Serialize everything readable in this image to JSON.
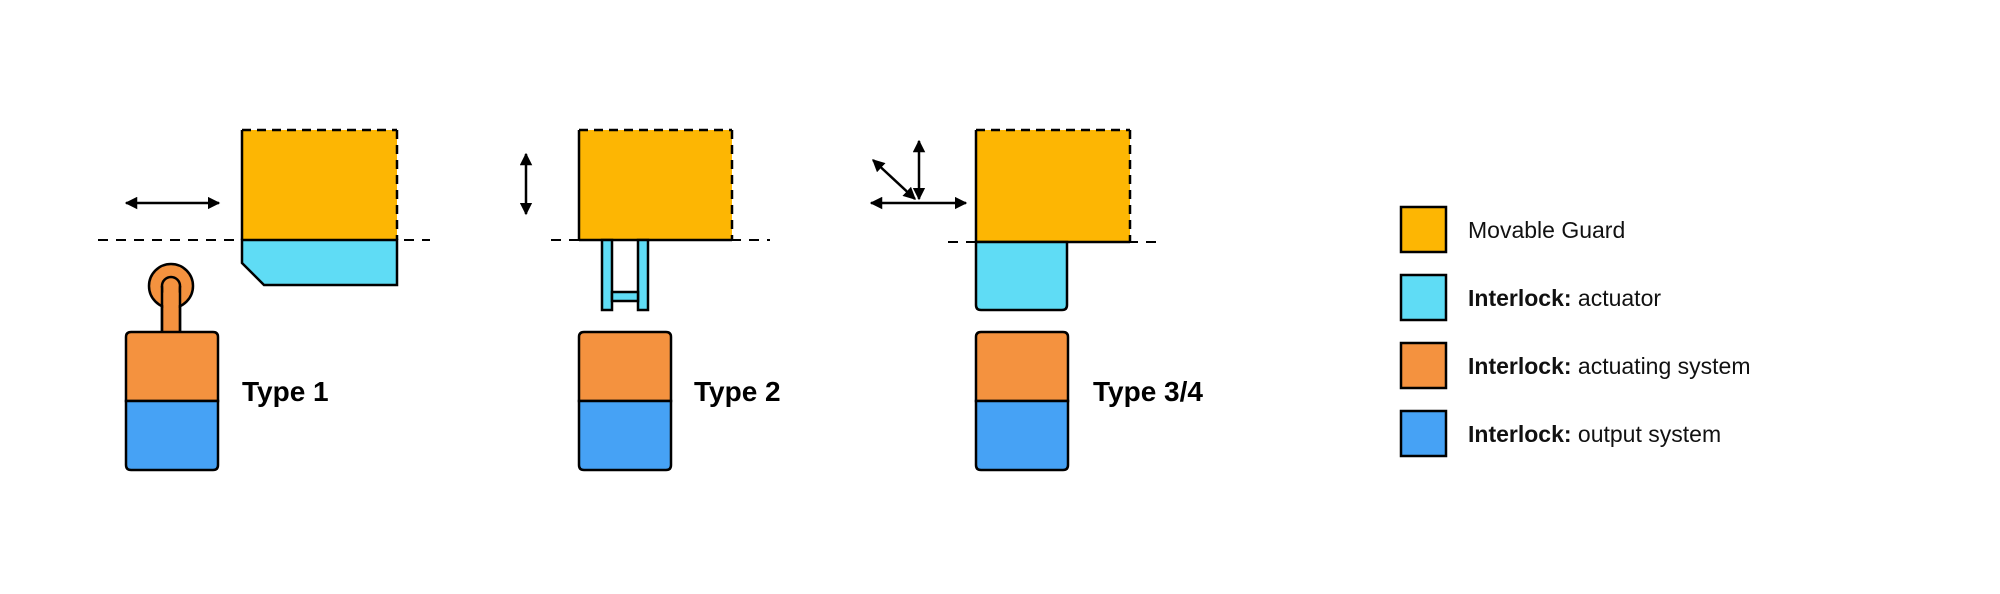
{
  "colors": {
    "movable_guard": "#fdb603",
    "actuator": "#5fdcf5",
    "actuating_system": "#f4923f",
    "output_system": "#46a2f5",
    "stroke": "#000000"
  },
  "types": [
    {
      "label": "Type 1"
    },
    {
      "label": "Type 2"
    },
    {
      "label": "Type 3/4"
    }
  ],
  "legend": [
    {
      "bold": "",
      "text": "Movable Guard",
      "swatch": "movable_guard"
    },
    {
      "bold": "Interlock:",
      "text": " actuator",
      "swatch": "actuator"
    },
    {
      "bold": "Interlock:",
      "text": " actuating system",
      "swatch": "actuating_system"
    },
    {
      "bold": "Interlock:",
      "text": " output system",
      "swatch": "output_system"
    }
  ]
}
